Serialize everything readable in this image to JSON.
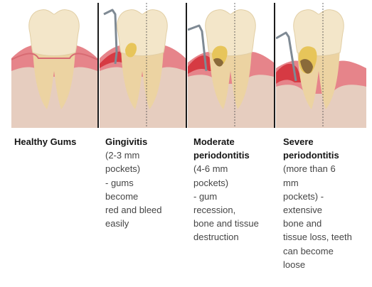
{
  "stages": [
    {
      "title_lines": [
        "Healthy Gums"
      ],
      "desc_lines": []
    },
    {
      "title_lines": [
        "Gingivitis"
      ],
      "desc_lines": [
        "(2-3 mm",
        "pockets)",
        "- gums",
        "become",
        "red and bleed",
        "easily"
      ]
    },
    {
      "title_lines": [
        "Moderate",
        "periodontitis"
      ],
      "desc_lines": [
        "(4-6 mm",
        "pockets)",
        "- gum",
        "recession,",
        "bone and tissue",
        "destruction"
      ]
    },
    {
      "title_lines": [
        "Severe",
        "periodontitis"
      ],
      "desc_lines": [
        "(more than 6",
        "mm",
        "pockets) -",
        "extensive",
        "bone and",
        "tissue loss, teeth",
        "can become",
        "loose"
      ]
    }
  ],
  "colors": {
    "gum_healthy": "#e6848a",
    "gum_inflamed": "#d63a43",
    "bone": "#e6cdbf",
    "crown": "#f3e6c9",
    "root": "#ecd3a2",
    "plaque": "#e7c55a",
    "tartar": "#8a6a3a",
    "probe": "#7f8a94"
  }
}
